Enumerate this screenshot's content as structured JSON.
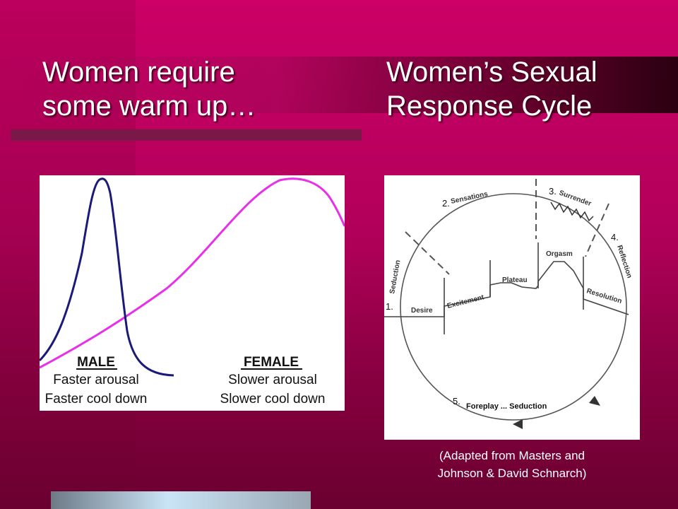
{
  "slide": {
    "title_left": "Women require\nsome warm up…",
    "title_right": "Women’s Sexual\nResponse Cycle",
    "caption_line1": "(Adapted from Masters and",
    "caption_line2": "Johnson & David Schnarch)"
  },
  "arousal_figure": {
    "male_heading": "MALE",
    "male_line1": "Faster arousal",
    "male_line2": "Faster cool down",
    "female_heading": "FEMALE",
    "female_line1": "Slower arousal",
    "female_line2": "Slower cool down",
    "colors": {
      "male": "#1a1a7a",
      "female": "#e830e8"
    }
  },
  "cycle_figure": {
    "num1": "1.",
    "num2": "2.",
    "num3": "3.",
    "num4": "4.",
    "num5": "5.",
    "seduction": "Seduction",
    "sensations": "Sensations",
    "surrender": "Surrender",
    "reflection": "Reflection",
    "desire": "Desire",
    "excitement": "Excitement",
    "plateau": "Plateau",
    "orgasm": "Orgasm",
    "resolution": "Resolution",
    "foreplay": "Foreplay ... Seduction"
  },
  "colors": {
    "background": "#cc0066",
    "title_text": "#ffffff"
  }
}
